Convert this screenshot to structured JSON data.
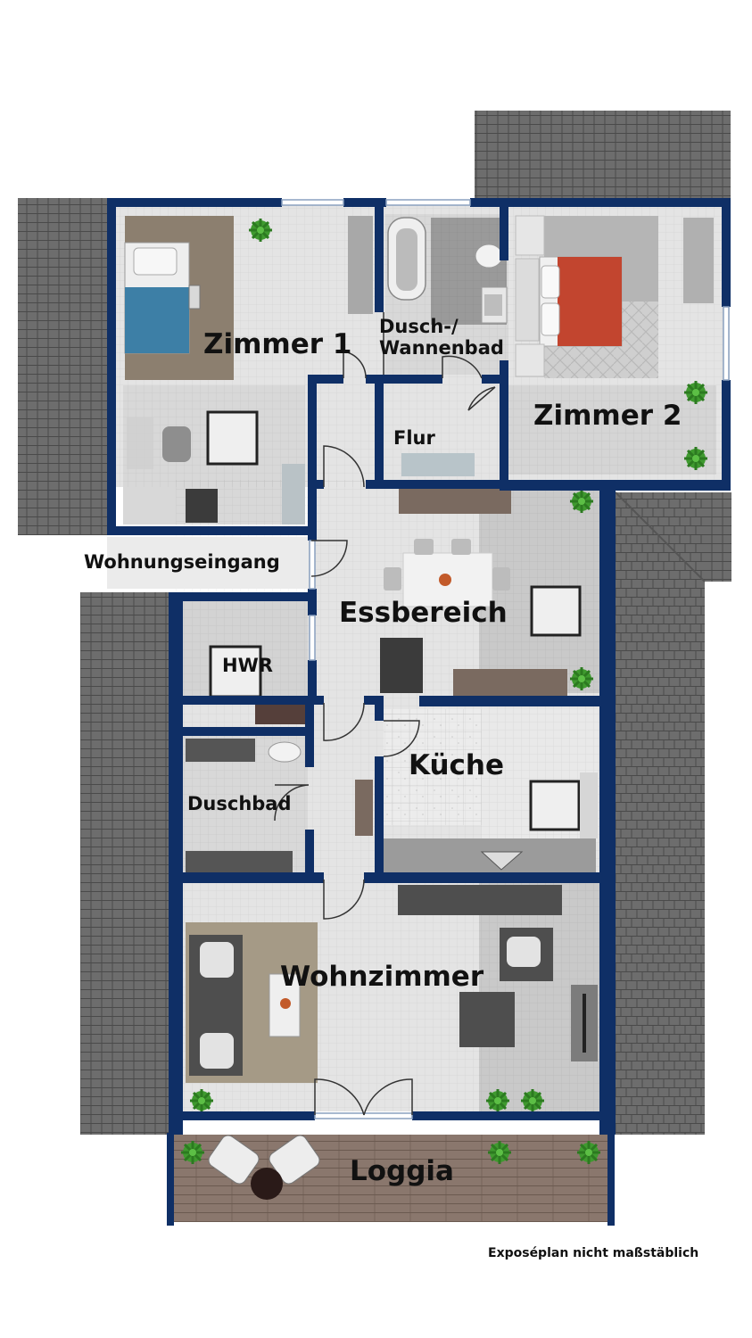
{
  "rooms": {
    "zimmer1": "Zimmer 1",
    "bad_line1": "Dusch-/",
    "bad_line2": "Wannenbad",
    "zimmer2": "Zimmer 2",
    "flur": "Flur",
    "eingang": "Wohnungseingang",
    "essbereich": "Essbereich",
    "hwr": "HWR",
    "kueche": "Küche",
    "duschbad": "Duschbad",
    "wohnzimmer": "Wohnzimmer",
    "loggia": "Loggia"
  },
  "note": "Exposéplan nicht maßstäblich",
  "colors": {
    "wall": "#0f2f66",
    "roof": "#6d6d6d",
    "floor": "#e4e4e4",
    "floor_dark": "#c9c9c9",
    "deck": "#8a776d",
    "bed_blue": "#3d7fa6",
    "bed_red": "#c2452f",
    "plant": "#3f9a2f"
  }
}
